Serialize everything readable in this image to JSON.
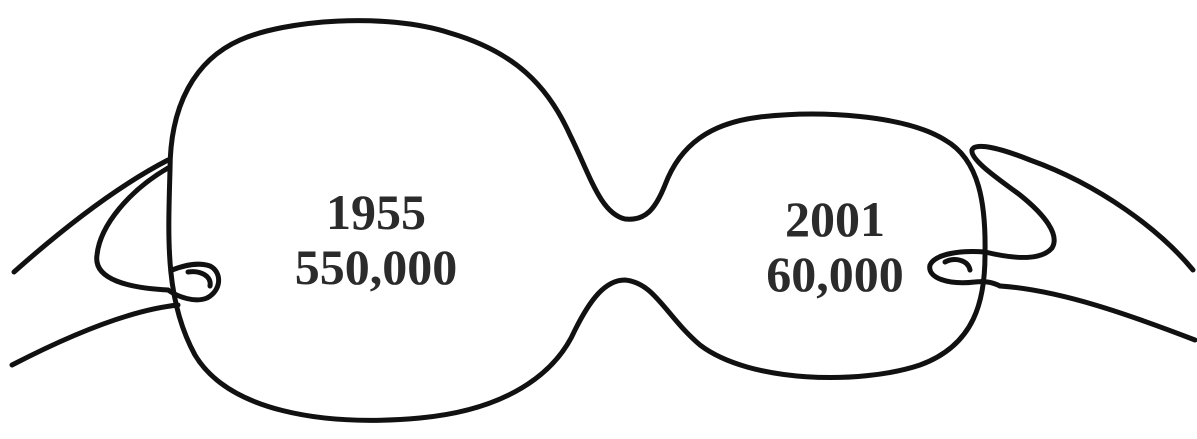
{
  "left_bulge": {
    "year": "1955",
    "value": "550,000"
  },
  "right_bulge": {
    "year": "2001",
    "value": "60,000"
  },
  "colors": {
    "line": "#111111",
    "text": "#2b2b2b",
    "background": "#ffffff"
  }
}
